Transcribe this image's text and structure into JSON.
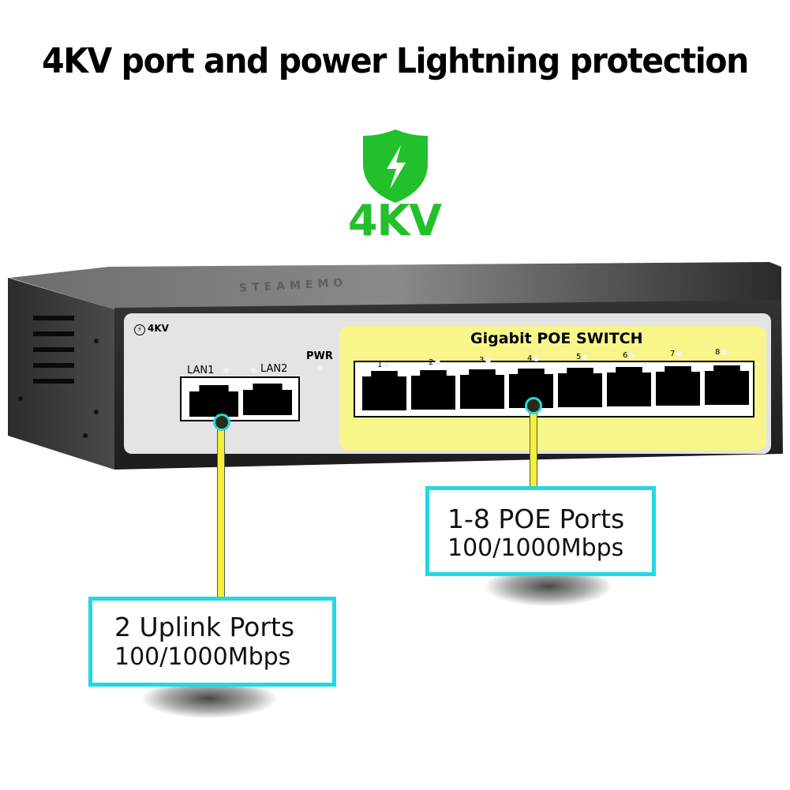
{
  "headline": "4KV port and power Lightning protection",
  "badge": {
    "icon": "lightning-shield-icon",
    "label": "4KV",
    "color": "#22c02a"
  },
  "device": {
    "brand": "STEAMEMO",
    "surge_label": "4KV",
    "power_led_label": "PWR",
    "uplink_ports": [
      "LAN1",
      "LAN2"
    ],
    "poe_panel_title": "Gigabit POE SWITCH",
    "poe_panel_color": "#f8f68a",
    "poe_ports": [
      "1",
      "2",
      "3",
      "4",
      "5",
      "6",
      "7",
      "8"
    ]
  },
  "callouts": {
    "poe": {
      "title": "1-8 POE Ports",
      "speed": "100/1000Mbps"
    },
    "uplink": {
      "title": "2 Uplink Ports",
      "speed": "100/1000Mbps"
    },
    "border_color": "#22d8e3",
    "leader_color": "#f5ee3a"
  }
}
